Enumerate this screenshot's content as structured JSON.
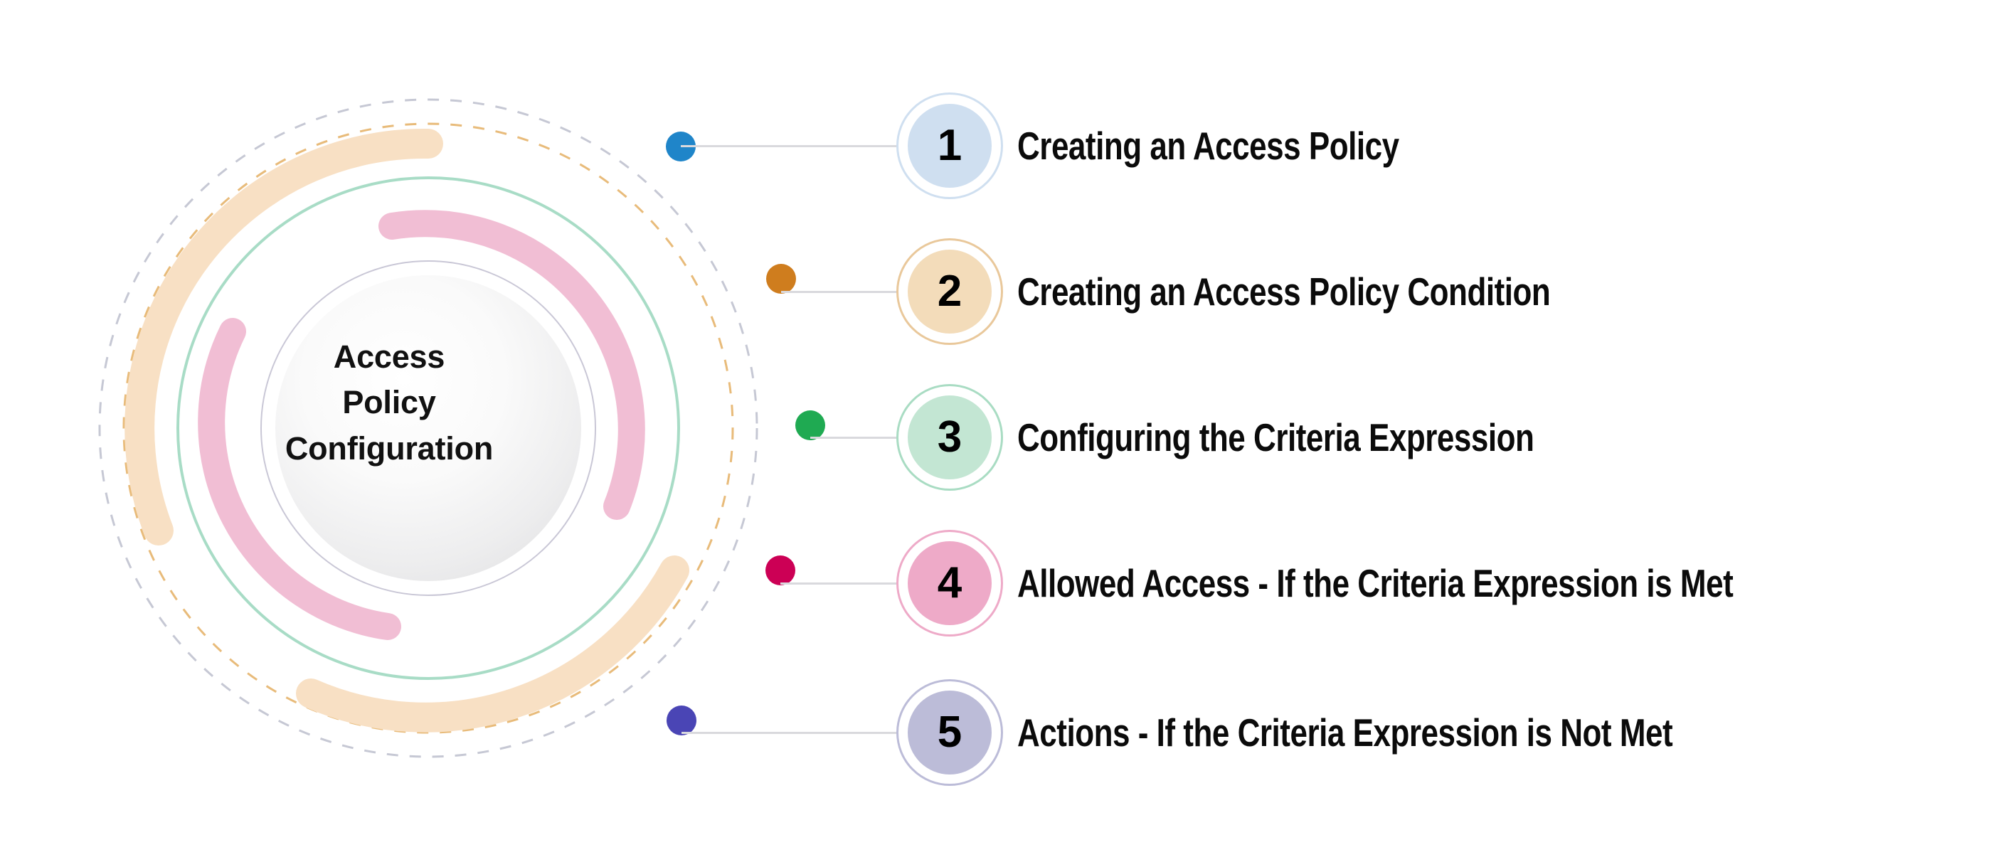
{
  "center": {
    "lines": [
      "Access",
      "Policy",
      "Configuration"
    ],
    "core_gradient_from": "#ffffff",
    "core_gradient_to": "#e4e4e6",
    "core_ring_color": "#c9c7d6"
  },
  "rings": [
    {
      "name": "pink-arc",
      "color": "#f1bed4",
      "style": "thick-arc",
      "radius": 215
    },
    {
      "name": "teal-ring",
      "color": "#a8dcc6",
      "style": "thin-solid",
      "radius": 265
    },
    {
      "name": "peach-arc",
      "color": "#f8e0c4",
      "style": "thick-arc",
      "radius": 300
    },
    {
      "name": "orange-dashed",
      "color": "#e8bb7a",
      "style": "dashed",
      "radius": 322
    },
    {
      "name": "gray-dashed",
      "color": "#c6c8d4",
      "style": "dashed",
      "radius": 348
    }
  ],
  "steps": [
    {
      "number": "1",
      "label": "Creating an Access Policy",
      "dot_color": "#1f85c9",
      "badge_fill": "#cfdff0",
      "badge_ring": "#cfdff0"
    },
    {
      "number": "2",
      "label": "Creating an Access Policy Condition",
      "dot_color": "#cf7d1e",
      "badge_fill": "#f3dcba",
      "badge_ring": "#e9c89b"
    },
    {
      "number": "3",
      "label": "Configuring the Criteria Expression",
      "dot_color": "#1faa52",
      "badge_fill": "#c3e6d3",
      "badge_ring": "#a9dcc3"
    },
    {
      "number": "4",
      "label": "Allowed Access - If the Criteria Expression is Met",
      "dot_color": "#cc0055",
      "badge_fill": "#eeaac8",
      "badge_ring": "#eeaac8"
    },
    {
      "number": "5",
      "label": "Actions - If the Criteria Expression is Not Met",
      "dot_color": "#4a45b5",
      "badge_fill": "#bcbcd8",
      "badge_ring": "#bcbcd8"
    }
  ],
  "connector_color": "#d9d9dd",
  "background": "#ffffff"
}
